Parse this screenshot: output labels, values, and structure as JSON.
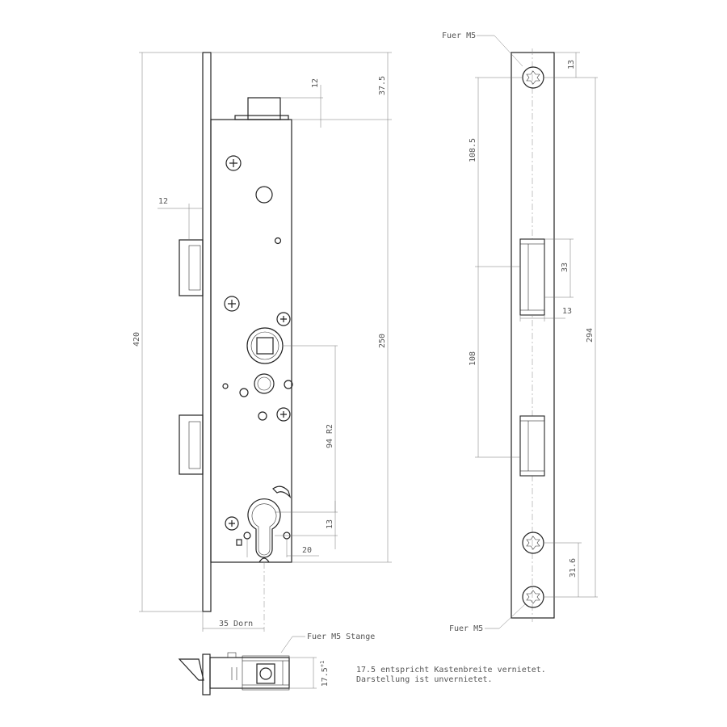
{
  "labels": {
    "total_height": "420",
    "top_offset": "37.5",
    "bolt_height": "12",
    "latch_offset": "12",
    "box_height": "250",
    "distance": "94 R2",
    "cyl_13": "13",
    "cyl_20": "20",
    "backset": "35 Dorn",
    "strike_top_13": "13",
    "strike_108_5": "108.5",
    "strike_33": "33",
    "strike_13b": "13",
    "strike_108": "108",
    "strike_294": "294",
    "strike_31_6": "31.6",
    "fuer_m5_top": "Fuer M5",
    "fuer_m5_bottom": "Fuer M5",
    "fuer_m5_stange": "Fuer M5 Stange",
    "width_17_5": "17.5",
    "width_17_5_sup": "+1",
    "note_line1": "17.5 entspricht Kastenbreite vernietet.",
    "note_line2": "Darstellung ist unvernietet."
  }
}
